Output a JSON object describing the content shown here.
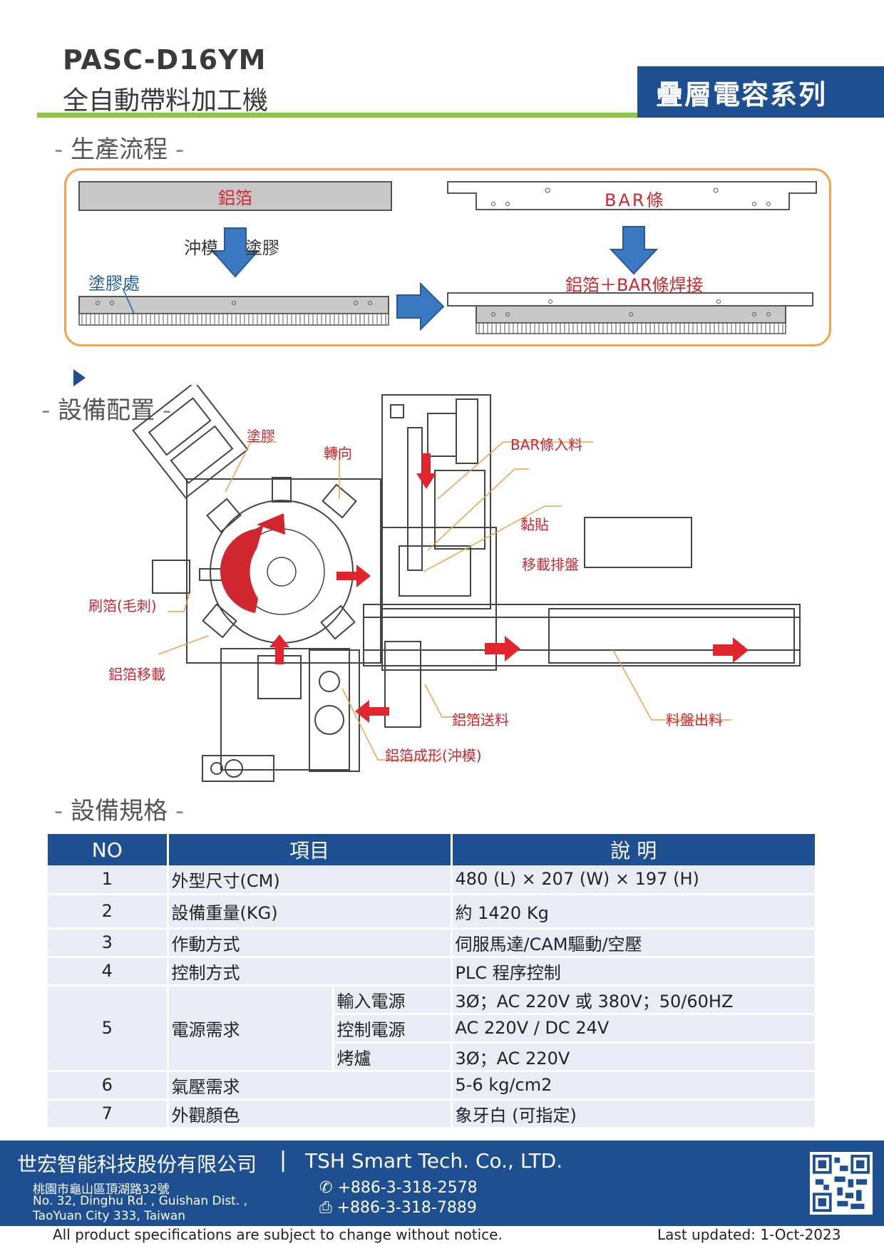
{
  "header": {
    "model": "PASC-D16YM",
    "name": "全自動帶料加工機",
    "series": "疊層電容系列"
  },
  "sections": {
    "process": "生產流程",
    "layout": "設備配置",
    "specs": "設備規格",
    "dash": "-"
  },
  "process": {
    "foil": "鋁箔",
    "bar": "BAR條",
    "punch": "沖模",
    "glue": "塗膠",
    "glue_area": "塗膠處",
    "weld": "鋁箔＋BAR條焊接"
  },
  "layout": {
    "labels": {
      "glue": "塗膠",
      "turn": "轉向",
      "bar_feed": "BAR條入料",
      "stick": "黏貼",
      "transfer_tray": "移載排盤",
      "brush": "刷箔(毛刺)",
      "foil_transfer": "鋁箔移載",
      "foil_feed": "鋁箔送料",
      "tray_out": "料盤出料",
      "foil_form": "鋁箔成形(沖模)"
    }
  },
  "specs": {
    "headers": [
      "NO",
      "項目",
      "說 明"
    ],
    "rows": [
      {
        "no": "1",
        "item": "外型尺寸(CM)",
        "desc": "480 (L) × 207 (W) × 197 (H)"
      },
      {
        "no": "2",
        "item": "設備重量(KG)",
        "desc": "約 1420 Kg"
      },
      {
        "no": "3",
        "item": "作動方式",
        "desc": "伺服馬達/CAM驅動/空壓"
      },
      {
        "no": "4",
        "item": "控制方式",
        "desc": "PLC 程序控制"
      },
      {
        "no": "5",
        "item": "電源需求",
        "sub": [
          {
            "name": "輸入電源",
            "desc": "3Ø；AC 220V 或 380V；50/60HZ"
          },
          {
            "name": "控制電源",
            "desc": "AC 220V / DC 24V"
          },
          {
            "name": "烤爐",
            "desc": "3Ø；AC 220V"
          }
        ]
      },
      {
        "no": "6",
        "item": "氣壓需求",
        "desc": "5-6 kg/cm2"
      },
      {
        "no": "7",
        "item": "外觀顏色",
        "desc": "象牙白 (可指定)"
      }
    ]
  },
  "footer": {
    "company_zh": "世宏智能科技股份有限公司",
    "separator": "|",
    "company_en": "TSH Smart Tech. Co., LTD.",
    "address": [
      "桃園市龜山區頂湖路32號",
      "No. 32, Dinghu Rd. , Guishan Dist. ,",
      "TaoYuan City 333, Taiwan"
    ],
    "phone": "+886-3-318-2578",
    "fax": "+886-3-318-7889",
    "notice": "All product specifications are subject to change without notice.",
    "updated": "Last updated: 1-Oct-2023"
  },
  "colors": {
    "brand_blue": "#1d4f91",
    "accent_green": "#8dc63f",
    "box_orange": "#f4a44a",
    "label_red": "#d0262f",
    "arrow_blue": "#3a78c2"
  }
}
